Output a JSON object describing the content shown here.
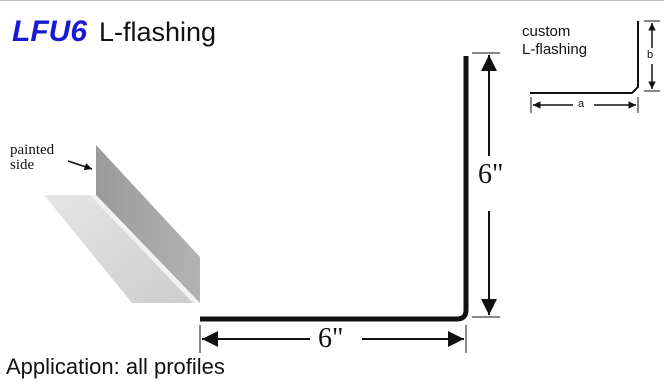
{
  "title": {
    "code": "LFU6",
    "name": "L-flashing"
  },
  "custom_label": {
    "line1": "custom",
    "line2": "L-flashing",
    "a": "a",
    "b": "b"
  },
  "painted_label": {
    "line1": "painted",
    "line2": "side"
  },
  "dimensions": {
    "height": "6\"",
    "width": "6\""
  },
  "application": "Application: all profiles",
  "colors": {
    "title_code": "#1a1ad6",
    "painted_face": "#a5a5a5",
    "back_face": "#d6d6d6"
  }
}
